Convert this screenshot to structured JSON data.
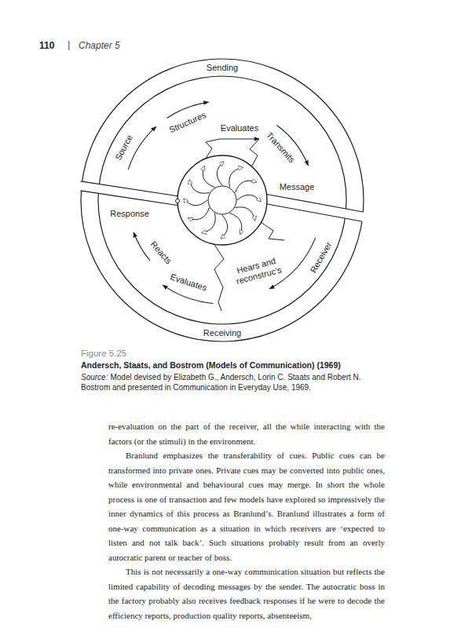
{
  "diagram": {
    "title": "Figure 5.25",
    "caption": "Andersch, Staats, and Bostrom (Models of Communication) (1969)",
    "labels": [
      "110",
      "|",
      "Chapter 5",
      "Sending",
      "Source",
      "Structures",
      "Evaluates",
      "Transmits",
      "Message",
      "Response",
      "Receiver",
      "Reacts",
      "Evaluates",
      "Hears and reconstruc's",
      "Receiving",
      "Source:",
      "Model devised by Elizabeth G., Andersch, Lorin C. Staats and Robert N. Bostrom and presented in Communication in Everyday Use, 1969.",
      "re-evaluation on the part of the receiver, all the while interacting with the factors (or the stimuli) in the environment.",
      "Branlund emphasizes the transferability of cues. Public cues can be transformed into private ones. Private cues may be converted into public ones, while environmental and behavioural cues may merge. In short the whole process is one of transaction and few models have explored so impressively the inner dynamics of this process as Branlund’s. Branlund illustrates a form of one-way communication as a situation in which receivers are ‘expected to listen and not talk back’. Such situations probably result from an overly autocratic parent or teacher of boss.",
      "This is not necessarily a one-way communication situation but reflects the limited capability of decoding messages by the sender. The autocratic boss in the factory probably also receives feedback responses if he were to decode the efficiency reports, production quality reports, absenteeism,"
    ]
  }
}
